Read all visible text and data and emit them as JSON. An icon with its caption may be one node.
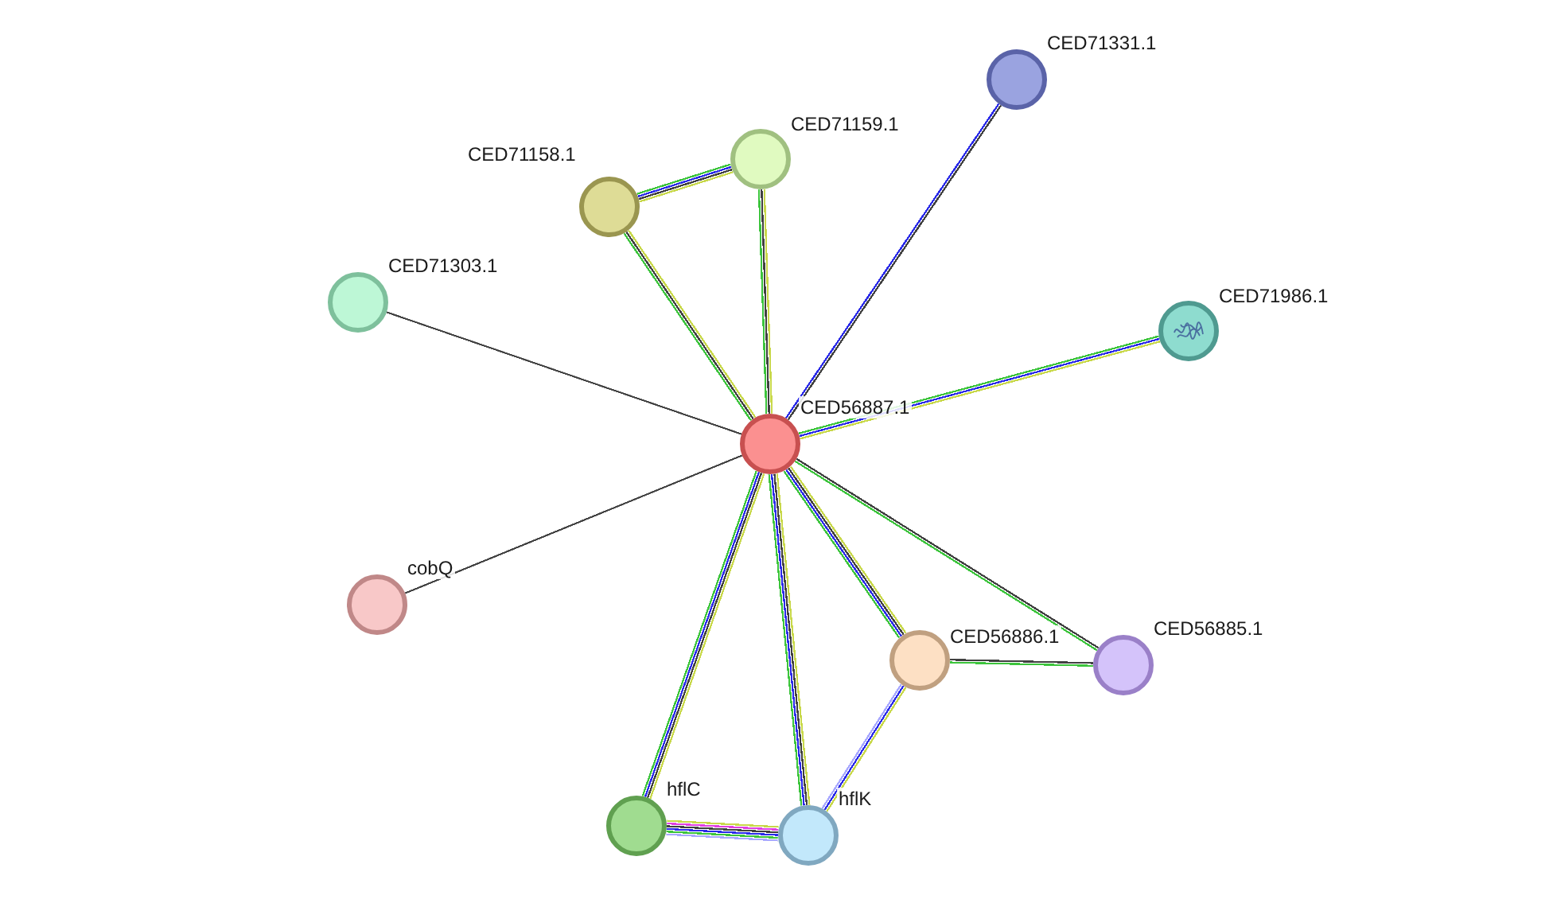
{
  "diagram": {
    "nodes": [
      {
        "text": [
          "CED71331.1"
        ]
      },
      {
        "text": [
          "CED71159.1"
        ]
      },
      {
        "text": [
          "CED71158.1"
        ]
      },
      {
        "text": [
          "CED71303.1"
        ]
      },
      {
        "text": [
          "CED71986.1"
        ]
      },
      {
        "text": [
          "CED56887.1"
        ]
      },
      {
        "text": [
          "cobQ"
        ]
      },
      {
        "text": [
          "CED56886.1"
        ]
      },
      {
        "text": [
          "CED56885.1"
        ]
      },
      {
        "text": [
          "hflC"
        ]
      },
      {
        "text": [
          "hflK"
        ]
      }
    ],
    "edges": [
      {
        "from": 5,
        "to": 0,
        "arrow": "none",
        "color": "#2a2ae8"
      },
      {
        "from": 5,
        "to": 1,
        "arrow": "none",
        "color": "#3cc43c"
      },
      {
        "from": 5,
        "to": 2,
        "arrow": "none",
        "color": "#3cc43c"
      },
      {
        "from": 2,
        "to": 1,
        "arrow": "none",
        "color": "#3cc43c"
      },
      {
        "from": 5,
        "to": 3,
        "arrow": "none",
        "color": "#404040"
      },
      {
        "from": 5,
        "to": 4,
        "arrow": "none",
        "color": "#3cc43c"
      },
      {
        "from": 5,
        "to": 6,
        "arrow": "none",
        "color": "#404040"
      },
      {
        "from": 5,
        "to": 7,
        "arrow": "none",
        "color": "#c8d84a"
      },
      {
        "from": 5,
        "to": 8,
        "arrow": "none",
        "color": "#404040"
      },
      {
        "from": 7,
        "to": 8,
        "arrow": "none",
        "color": "#404040"
      },
      {
        "from": 5,
        "to": 9,
        "arrow": "none",
        "color": "#c8d84a"
      },
      {
        "from": 5,
        "to": 10,
        "arrow": "none",
        "color": "#c8d84a"
      },
      {
        "from": 7,
        "to": 10,
        "arrow": "none",
        "color": "#c8d84a"
      },
      {
        "from": 9,
        "to": 10,
        "arrow": "none",
        "color": "#c8d84a"
      }
    ]
  }
}
